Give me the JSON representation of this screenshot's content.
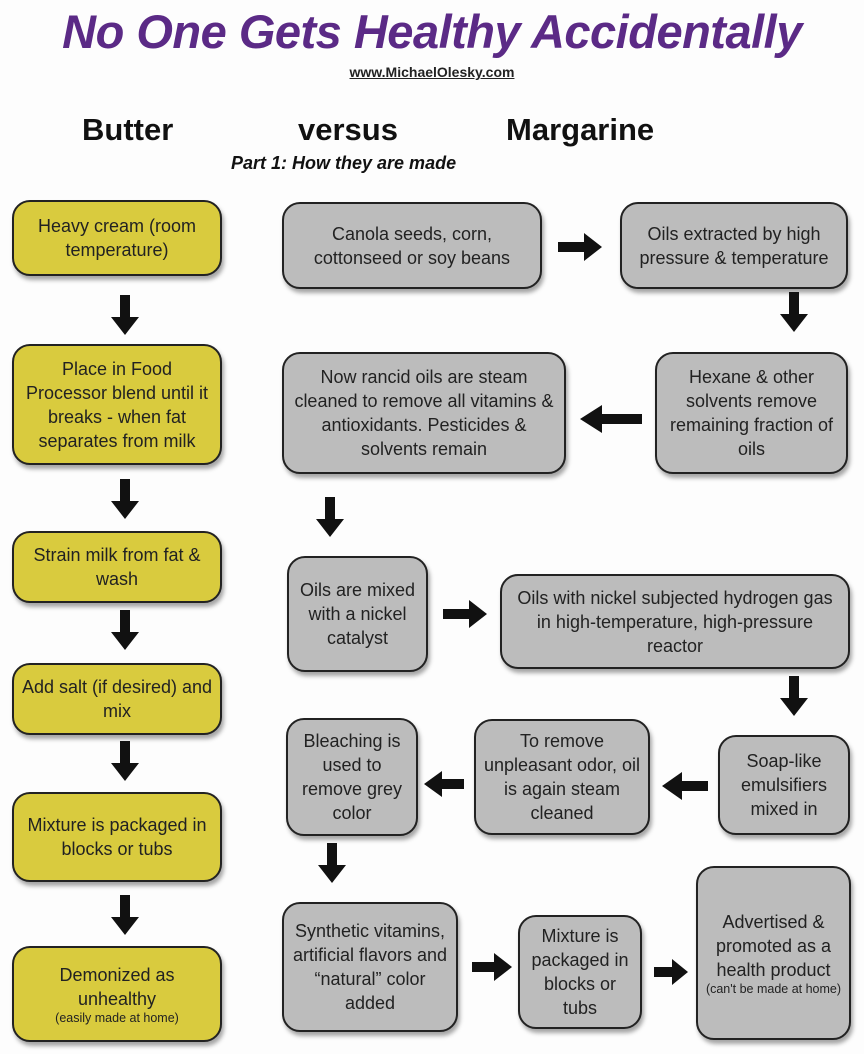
{
  "header": {
    "title": "No One Gets Healthy Accidentally",
    "url": "www.MichaelOlesky.com",
    "col_butter": "Butter",
    "col_versus": "versus",
    "col_margarine": "Margarine",
    "subtitle": "Part 1: How they are made"
  },
  "butter_steps": [
    {
      "text": "Heavy cream (room temperature)"
    },
    {
      "text": "Place in Food Processor blend until it breaks - when fat separates from milk"
    },
    {
      "text": "Strain milk from fat & wash"
    },
    {
      "text": "Add salt (if desired) and mix"
    },
    {
      "text": "Mixture is packaged in blocks or tubs"
    },
    {
      "text": "Demonized as unhealthy",
      "note": "(easily made at home)"
    }
  ],
  "margarine_steps": [
    {
      "text": "Canola seeds, corn, cottonseed or soy beans"
    },
    {
      "text": "Oils extracted by high pressure & temperature"
    },
    {
      "text": "Hexane & other solvents remove remaining fraction of oils"
    },
    {
      "text": "Now rancid oils are steam cleaned to remove all vitamins & antioxidants. Pesticides & solvents remain"
    },
    {
      "text": "Oils are mixed with a nickel catalyst"
    },
    {
      "text": "Oils with nickel subjected hydrogen gas in high-temperature, high-pressure reactor"
    },
    {
      "text": "Soap-like emulsifiers mixed in"
    },
    {
      "text": "To remove unpleasant odor, oil is again steam cleaned"
    },
    {
      "text": "Bleaching is used to remove grey color"
    },
    {
      "text": "Synthetic vitamins, artificial flavors and “natural” color added"
    },
    {
      "text": "Mixture is packaged in blocks or tubs"
    },
    {
      "text": "Advertised & promoted as a health product",
      "note": "(can't be made at home)"
    }
  ],
  "colors": {
    "title": "#5b2a86",
    "butter_box": "#d9cb3e",
    "margarine_box": "#bcbcbc",
    "arrow": "#111111"
  }
}
